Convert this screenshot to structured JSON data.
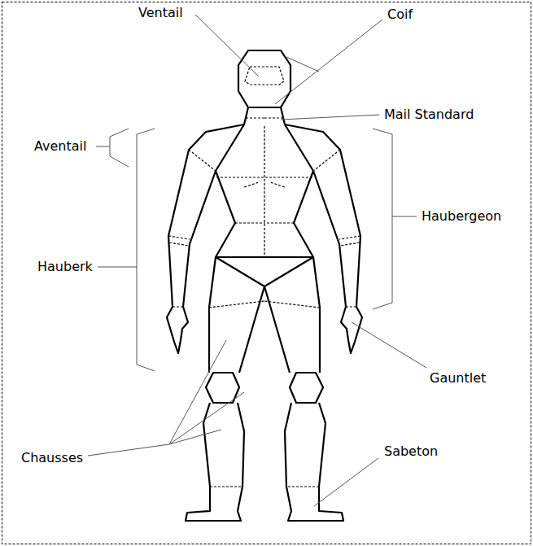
{
  "diagram": {
    "labels": [
      "Ventail",
      "Coif",
      "Mail Standard",
      "Aventail",
      "Haubergeon",
      "Hauberk",
      "Gauntlet",
      "Chausses",
      "Sabeton"
    ]
  }
}
